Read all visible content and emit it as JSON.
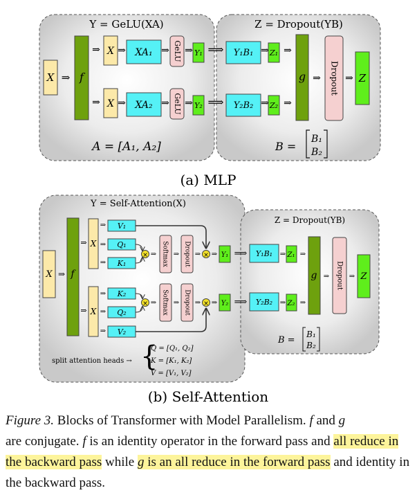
{
  "mlp": {
    "left_title": "Y = GeLU(XA)",
    "right_title": "Z = Dropout(YB)",
    "x": "X",
    "f": "f",
    "xa1": "XA₁",
    "xa2": "XA₂",
    "gelu": "GeLU",
    "y1": "Y₁",
    "y2": "Y₂",
    "y1b1": "Y₁B₁",
    "y2b2": "Y₂B₂",
    "z1": "Z₁",
    "z2": "Z₂",
    "g": "g",
    "dropout": "Dropout",
    "z": "Z",
    "a_eq": "A = [A₁, A₂]",
    "b_eq_lhs": "B =",
    "b1": "B₁",
    "b2": "B₂",
    "sub_caption": "(a) MLP"
  },
  "attn": {
    "left_title": "Y = Self-Attention(X)",
    "right_title": "Z = Dropout(YB)",
    "x": "X",
    "f": "f",
    "v1": "V₁",
    "q1": "Q₁",
    "k1": "K₁",
    "k2": "K₂",
    "q2": "Q₂",
    "v2": "V₂",
    "softmax": "Softmax",
    "dropout": "Dropout",
    "y1": "Y₁",
    "y2": "Y₂",
    "y1b1": "Y₁B₁",
    "y2b2": "Y₂B₂",
    "z1": "Z₁",
    "z2": "Z₂",
    "g": "g",
    "z": "Z",
    "b_eq_lhs": "B =",
    "b1": "B₁",
    "b2": "B₂",
    "split_label": "split attention heads →",
    "q_eq": "Q = [Q₁, Q₂]",
    "k_eq": "K = [K₁, K₂]",
    "v_eq": "V = [V₁, V₂]",
    "sub_caption": "(b) Self-Attention"
  },
  "caption": {
    "fig_label": "Figure 3.",
    "part1": " Blocks of Transformer with Model Parallelism. ",
    "f": "f",
    "and": " and ",
    "g": "g",
    "part2": " are conjugate. ",
    "part3": " is an identity operator in the forward pass and ",
    "hl1": "all reduce in the backward pass",
    "while": " while ",
    "hl2a": " is an all reduce in the forward pass",
    "part4": " and identity in the backward pass."
  },
  "colors": {
    "x_fill": "#fce9a9",
    "f_fill": "#6ea10e",
    "cyan_fill": "#55f1f6",
    "pink_fill": "#f5d0d0",
    "green_fill": "#5fee1c",
    "highlight": "#fdf49b"
  }
}
